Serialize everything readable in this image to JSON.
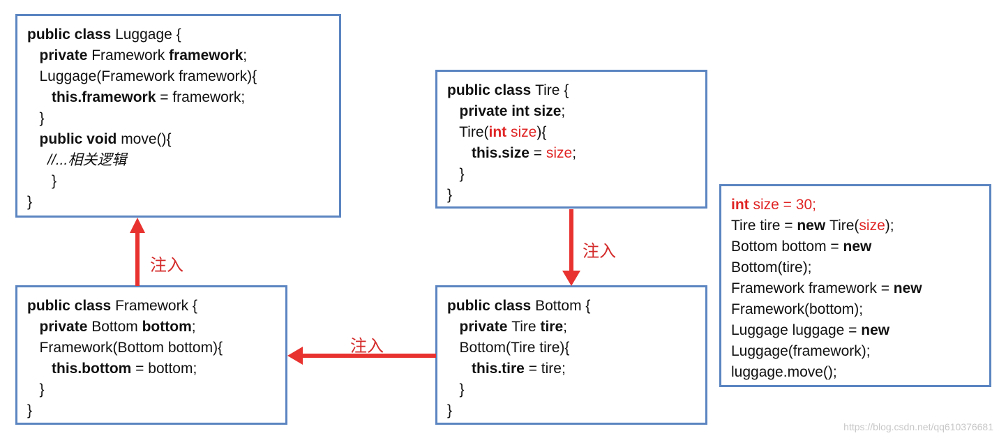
{
  "luggage": [
    [
      {
        "t": "public class ",
        "s": "b"
      },
      {
        "t": "Luggage {",
        "s": ""
      }
    ],
    [
      {
        "t": "   ",
        "s": ""
      },
      {
        "t": "private ",
        "s": "b"
      },
      {
        "t": "Framework ",
        "s": ""
      },
      {
        "t": "framework",
        "s": "b"
      },
      {
        "t": ";",
        "s": ""
      }
    ],
    [
      {
        "t": "   Luggage(Framework framework){",
        "s": ""
      }
    ],
    [
      {
        "t": "      ",
        "s": ""
      },
      {
        "t": "this.framework",
        "s": "b"
      },
      {
        "t": " = framework;",
        "s": ""
      }
    ],
    [
      {
        "t": "   }",
        "s": ""
      }
    ],
    [
      {
        "t": "   ",
        "s": ""
      },
      {
        "t": "public void ",
        "s": "b"
      },
      {
        "t": "move(){",
        "s": ""
      }
    ],
    [
      {
        "t": "     //...相关逻辑",
        "s": "it"
      }
    ],
    [
      {
        "t": "      }",
        "s": ""
      }
    ],
    [
      {
        "t": "}",
        "s": ""
      }
    ]
  ],
  "tire": [
    [
      {
        "t": "public class ",
        "s": "b"
      },
      {
        "t": "Tire {",
        "s": ""
      }
    ],
    [
      {
        "t": "   ",
        "s": ""
      },
      {
        "t": "private int size",
        "s": "b"
      },
      {
        "t": ";",
        "s": ""
      }
    ],
    [
      {
        "t": "   Tire(",
        "s": ""
      },
      {
        "t": "int ",
        "s": "b r"
      },
      {
        "t": "size",
        "s": "r"
      },
      {
        "t": "){",
        "s": ""
      }
    ],
    [
      {
        "t": "      ",
        "s": ""
      },
      {
        "t": "this.size",
        "s": "b"
      },
      {
        "t": " = ",
        "s": ""
      },
      {
        "t": "size",
        "s": "r"
      },
      {
        "t": ";",
        "s": ""
      }
    ],
    [
      {
        "t": "   }",
        "s": ""
      }
    ],
    [
      {
        "t": "}",
        "s": ""
      }
    ]
  ],
  "framework": [
    [
      {
        "t": "public class ",
        "s": "b"
      },
      {
        "t": "Framework {",
        "s": ""
      }
    ],
    [
      {
        "t": "   ",
        "s": ""
      },
      {
        "t": "private ",
        "s": "b"
      },
      {
        "t": "Bottom ",
        "s": ""
      },
      {
        "t": "bottom",
        "s": "b"
      },
      {
        "t": ";",
        "s": ""
      }
    ],
    [
      {
        "t": "   Framework(Bottom bottom){",
        "s": ""
      }
    ],
    [
      {
        "t": "      ",
        "s": ""
      },
      {
        "t": "this.bottom",
        "s": "b"
      },
      {
        "t": " = bottom;",
        "s": ""
      }
    ],
    [
      {
        "t": "   }",
        "s": ""
      }
    ],
    [
      {
        "t": "}",
        "s": ""
      }
    ]
  ],
  "bottom": [
    [
      {
        "t": "public class ",
        "s": "b"
      },
      {
        "t": "Bottom {",
        "s": ""
      }
    ],
    [
      {
        "t": "   ",
        "s": ""
      },
      {
        "t": "private ",
        "s": "b"
      },
      {
        "t": "Tire ",
        "s": ""
      },
      {
        "t": "tire",
        "s": "b"
      },
      {
        "t": ";",
        "s": ""
      }
    ],
    [
      {
        "t": "   Bottom(Tire tire){",
        "s": ""
      }
    ],
    [
      {
        "t": "      ",
        "s": ""
      },
      {
        "t": "this.tire",
        "s": "b"
      },
      {
        "t": " = tire;",
        "s": ""
      }
    ],
    [
      {
        "t": "   }",
        "s": ""
      }
    ],
    [
      {
        "t": "}",
        "s": ""
      }
    ]
  ],
  "main": [
    [
      {
        "t": "int ",
        "s": "b r"
      },
      {
        "t": "size = 30;",
        "s": "r"
      }
    ],
    [
      {
        "t": "Tire tire = ",
        "s": ""
      },
      {
        "t": "new ",
        "s": "b"
      },
      {
        "t": "Tire(",
        "s": ""
      },
      {
        "t": "size",
        "s": "r"
      },
      {
        "t": ");",
        "s": ""
      }
    ],
    [
      {
        "t": "Bottom bottom = ",
        "s": ""
      },
      {
        "t": "new",
        "s": "b"
      }
    ],
    [
      {
        "t": "Bottom(tire);",
        "s": ""
      }
    ],
    [
      {
        "t": "Framework framework = ",
        "s": ""
      },
      {
        "t": "new",
        "s": "b"
      }
    ],
    [
      {
        "t": "Framework(bottom);",
        "s": ""
      }
    ],
    [
      {
        "t": "Luggage luggage = ",
        "s": ""
      },
      {
        "t": "new",
        "s": "b"
      }
    ],
    [
      {
        "t": "Luggage(framework);",
        "s": ""
      }
    ],
    [
      {
        "t": "luggage.move();",
        "s": ""
      }
    ]
  ],
  "labels": {
    "inject_1": "注入",
    "inject_2": "注入",
    "inject_3": "注入"
  },
  "watermark": "https://blog.csdn.net/qq610376681",
  "colors": {
    "box_border": "#5b85c1",
    "arrow": "#e8322f",
    "highlight": "#e02525"
  }
}
